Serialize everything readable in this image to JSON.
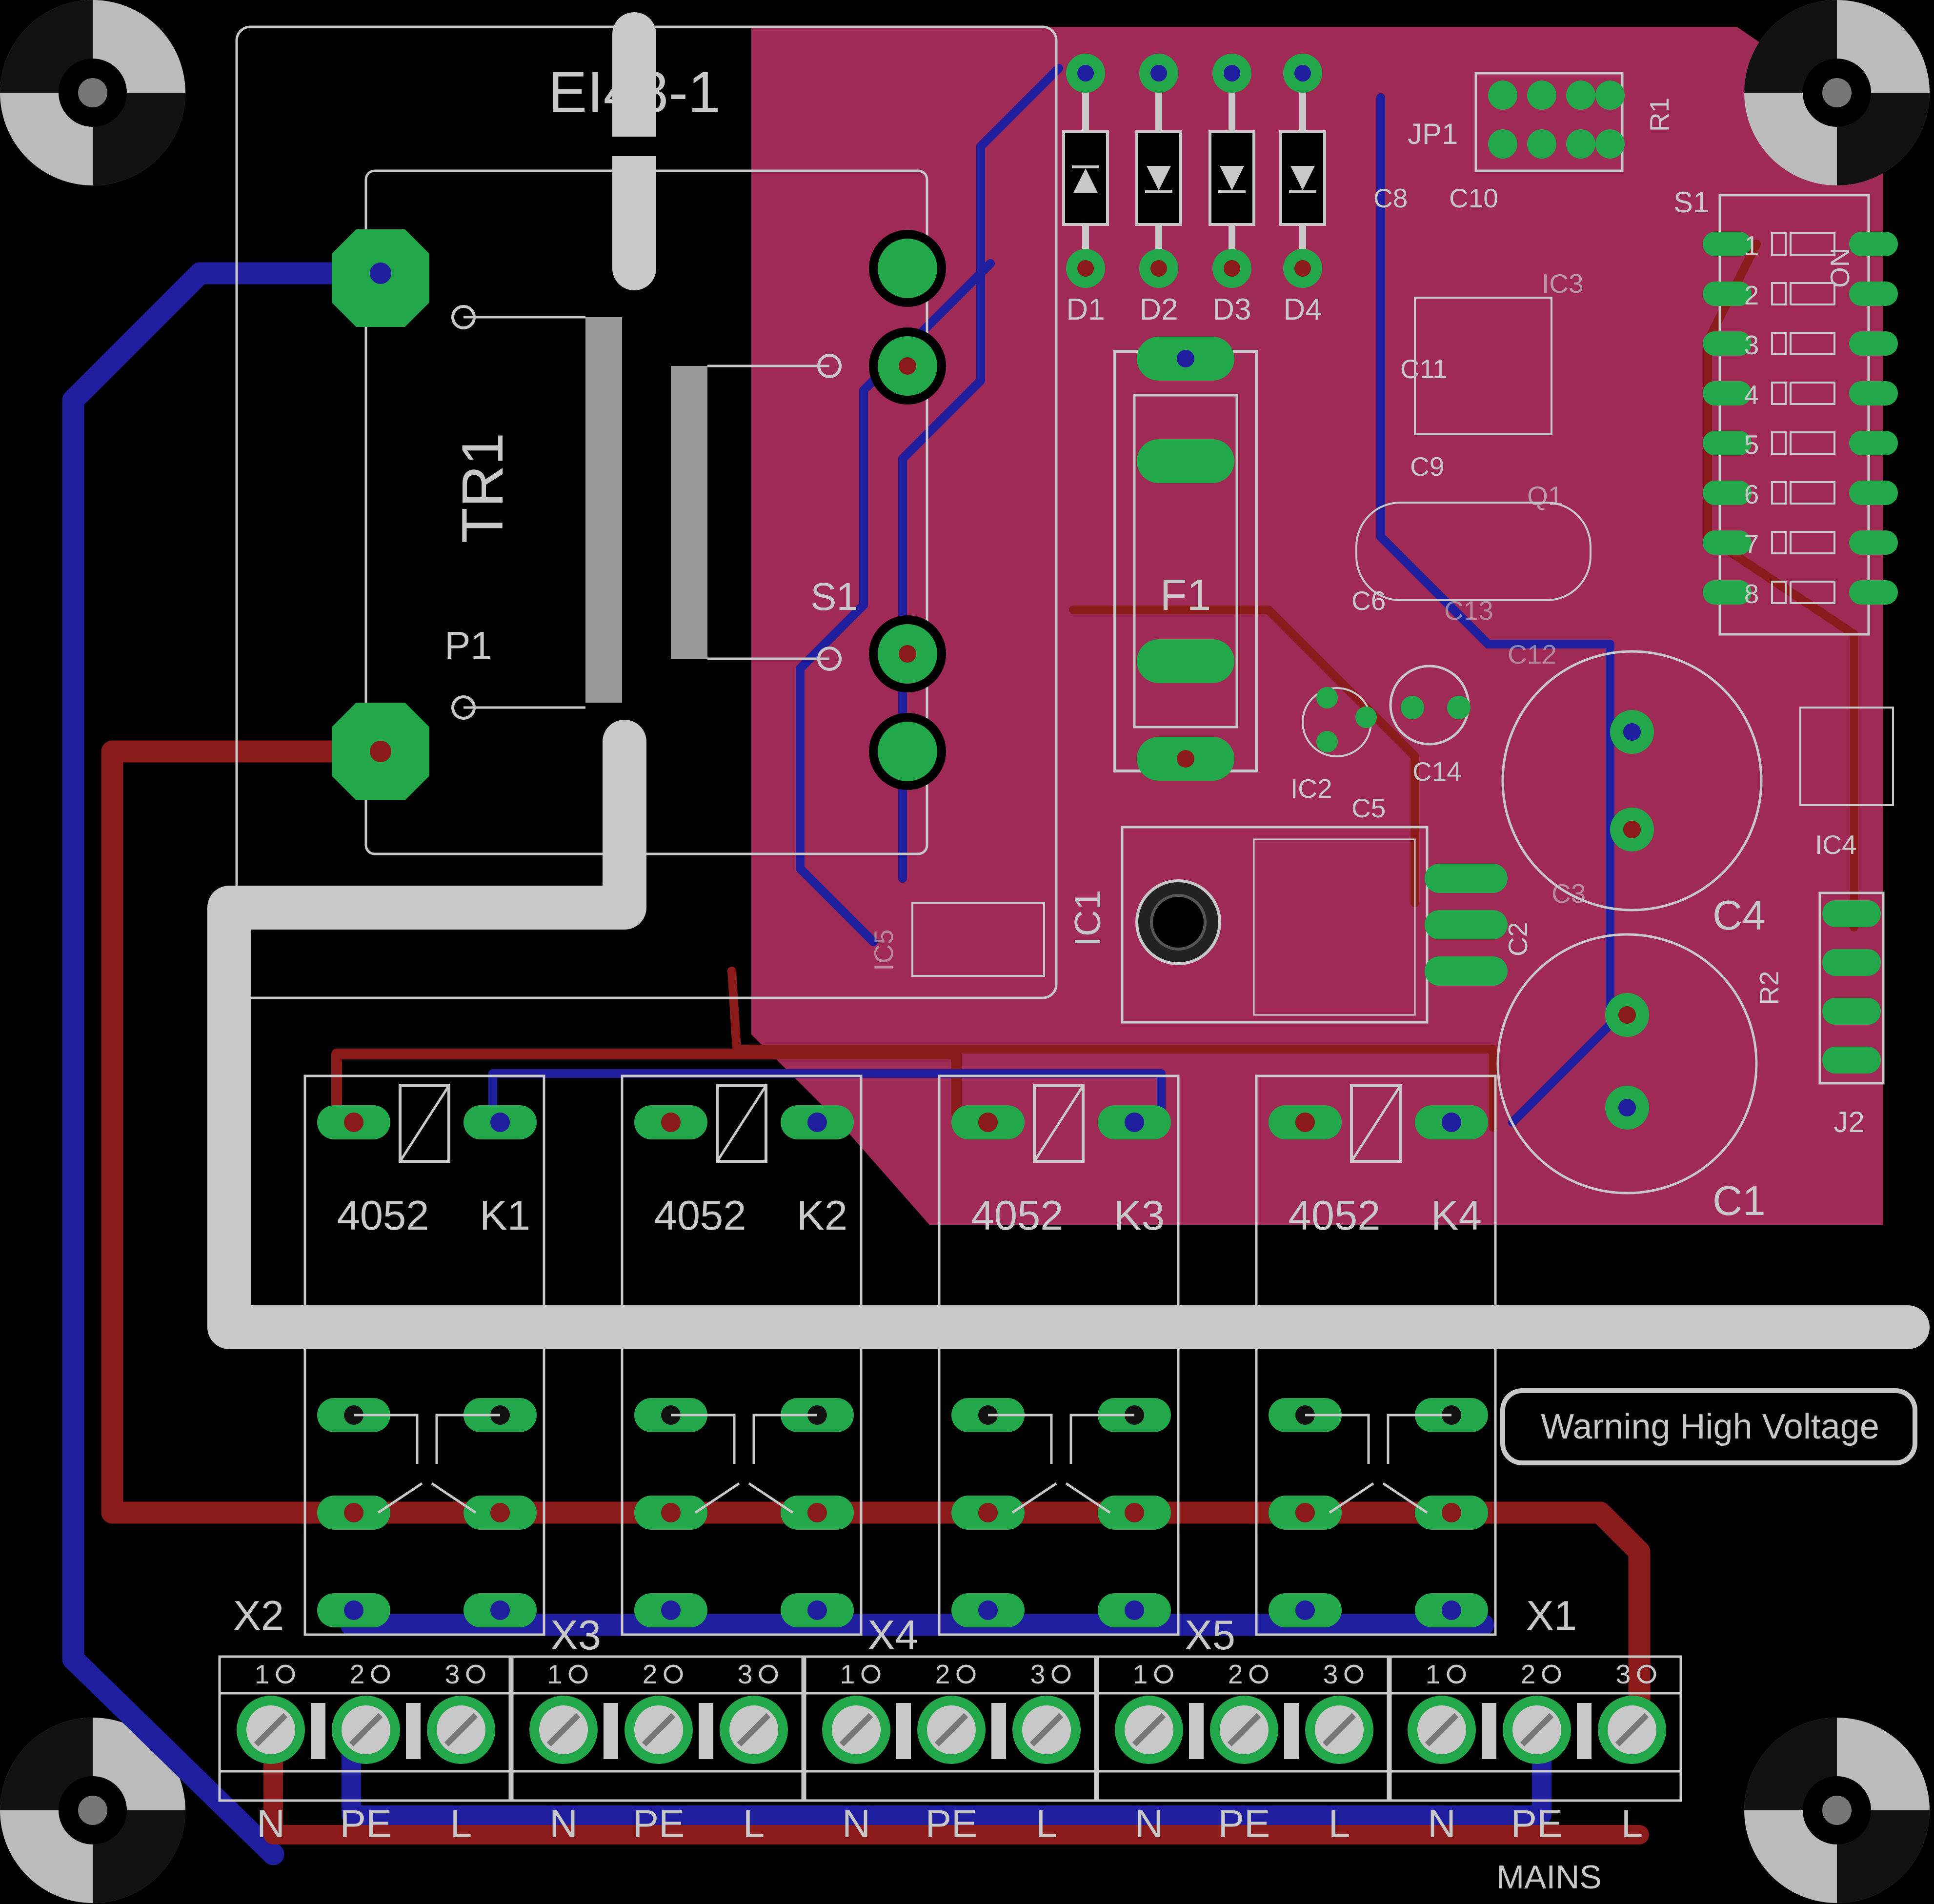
{
  "title": "EI48-1",
  "colors": {
    "background": "#000000",
    "copper_fill": "#9E2A55",
    "top_trace": "#8B1A1A",
    "bottom_trace": "#1E1E9E",
    "pad": "#22A84A",
    "silk": "#C8C8C8"
  },
  "transformer": {
    "ref": "TR1",
    "pin_label_primary": "P1",
    "pin_label_secondary": "S1"
  },
  "diodes": [
    "D1",
    "D2",
    "D3",
    "D4"
  ],
  "fuse": "F1",
  "jumper": "JP1",
  "dip_switch": {
    "ref": "S1",
    "on_label": "ON",
    "positions": [
      "1",
      "2",
      "3",
      "4",
      "5",
      "6",
      "7",
      "8"
    ]
  },
  "capacitors": [
    "C8",
    "C10",
    "C11",
    "C9",
    "C6",
    "C13",
    "C12",
    "C14",
    "C5",
    "C3",
    "C2",
    "C4",
    "C1"
  ],
  "resistors": [
    "R1",
    "R2"
  ],
  "ics": [
    "IC3",
    "IC2",
    "IC1",
    "IC5",
    "IC4"
  ],
  "crystal": "Q1",
  "header": "J2",
  "relays": [
    {
      "part": "4052",
      "ref": "K1"
    },
    {
      "part": "4052",
      "ref": "K2"
    },
    {
      "part": "4052",
      "ref": "K3"
    },
    {
      "part": "4052",
      "ref": "K4"
    }
  ],
  "terminals": [
    {
      "ref": "X2",
      "labels": [
        "N",
        "PE",
        "L"
      ]
    },
    {
      "ref": "X3",
      "labels": [
        "N",
        "PE",
        "L"
      ]
    },
    {
      "ref": "X4",
      "labels": [
        "N",
        "PE",
        "L"
      ]
    },
    {
      "ref": "X5",
      "labels": [
        "N",
        "PE",
        "L"
      ]
    },
    {
      "ref": "X1",
      "labels": [
        "N",
        "PE",
        "L"
      ]
    }
  ],
  "terminal_pin_labels": [
    "1",
    "2",
    "3"
  ],
  "mains_label": "MAINS",
  "warning_label": "Warning High Voltage"
}
